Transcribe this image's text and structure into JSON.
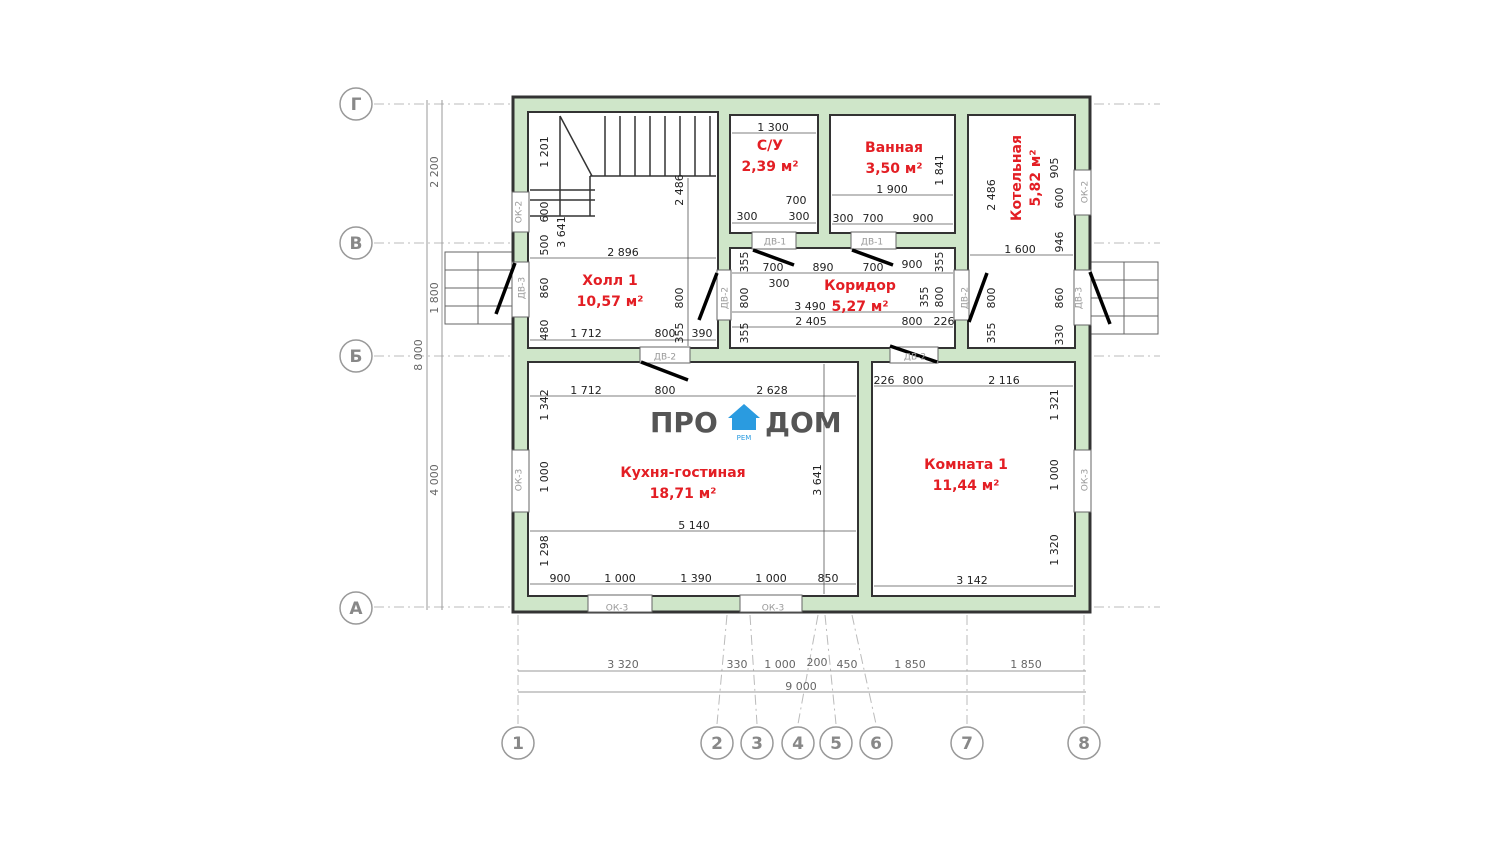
{
  "title": "План 1 этажа",
  "colors": {
    "wall_fill": "#cfe6c9",
    "wall_stroke": "#333333",
    "room_label": "#e31e24",
    "logo_accent": "#2a9be0"
  },
  "logo": {
    "left": "ПРО",
    "right": "ДОМ",
    "sub": "РЕМ"
  },
  "rooms": [
    {
      "name": "Холл 1",
      "area": "10,57 м²"
    },
    {
      "name": "С/У",
      "area": "2,39 м²"
    },
    {
      "name": "Ванная",
      "area": "3,50 м²"
    },
    {
      "name": "Коридор",
      "area": "5,27 м²"
    },
    {
      "name": "Котельная",
      "area": "5,82 м²"
    },
    {
      "name": "Кухня-гостиная",
      "area": "18,71 м²"
    },
    {
      "name": "Комната 1",
      "area": "11,44 м²"
    }
  ],
  "axes_letters": [
    "Г",
    "В",
    "Б",
    "А"
  ],
  "axes_numbers": [
    "1",
    "2",
    "3",
    "4",
    "5",
    "6",
    "7",
    "8"
  ],
  "dims": [
    "1 201",
    "600",
    "3 641",
    "2 486",
    "2 896",
    "500",
    "860",
    "480",
    "1 712",
    "800",
    "355",
    "390",
    "800",
    "1 300",
    "700",
    "300",
    "300",
    "1 841",
    "1 900",
    "300",
    "700",
    "900",
    "355",
    "700",
    "890",
    "700",
    "900",
    "355",
    "300",
    "800",
    "3 490",
    "355",
    "800",
    "2 405",
    "800",
    "226",
    "355",
    "2 486",
    "905",
    "600",
    "946",
    "1 600",
    "800",
    "860",
    "355",
    "330",
    "1 712",
    "800",
    "2 628",
    "1 342",
    "1 000",
    "3 641",
    "5 140",
    "1 298",
    "900",
    "1 000",
    "1 390",
    "1 000",
    "850",
    "226",
    "800",
    "2 116",
    "1 321",
    "1 000",
    "1 320",
    "3 142"
  ],
  "external_dims": [
    "2 200",
    "1 800",
    "8 000",
    "4 000",
    "3 320",
    "330",
    "1 000",
    "200",
    "450",
    "1 850",
    "1 850",
    "9 000"
  ],
  "tags": [
    "ОК-2",
    "ДВ-3",
    "ОК-3",
    "ДВ-1",
    "ДВ-1",
    "ДВ-2",
    "ДВ-2",
    "ДВ-2",
    "ДВ-2",
    "ОК-2",
    "ДВ-3",
    "ОК-3",
    "ОК-3",
    "ОК-3"
  ]
}
